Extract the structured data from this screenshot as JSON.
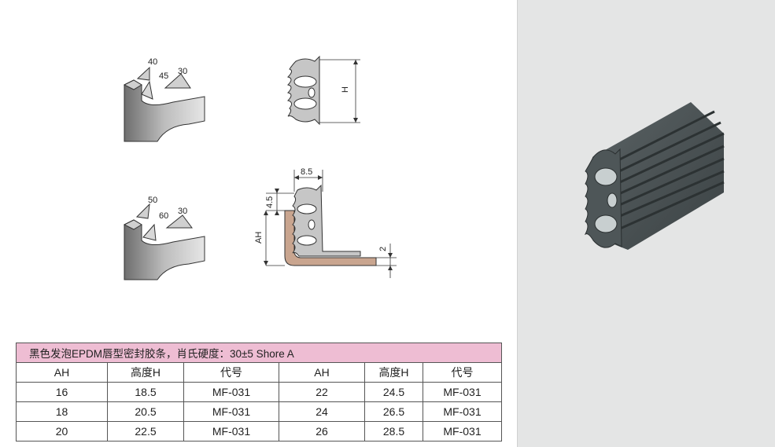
{
  "drawings": {
    "lip_top_angles": [
      "40",
      "45",
      "30"
    ],
    "lip_bottom_angles": [
      "50",
      "60",
      "30"
    ],
    "profile_dim_H": "H",
    "mount_dim_width": "8.5",
    "mount_dim_top": "4.5",
    "mount_dim_AH": "AH",
    "mount_dim_thickness": "2"
  },
  "table": {
    "title": "黑色发泡EPDM唇型密封胶条，肖氏硬度：30±5 Shore A",
    "headers": [
      "AH",
      "高度H",
      "代号",
      "AH",
      "高度H",
      "代号"
    ],
    "rows": [
      [
        "16",
        "18.5",
        "MF-031",
        "22",
        "24.5",
        "MF-031"
      ],
      [
        "18",
        "20.5",
        "MF-031",
        "24",
        "26.5",
        "MF-031"
      ],
      [
        "20",
        "22.5",
        "MF-031",
        "26",
        "28.5",
        "MF-031"
      ]
    ]
  },
  "colors": {
    "title_bg": "#eebdd3",
    "right_panel_bg": "#e4e5e5",
    "rubber": "#4a5254",
    "bracket": "#c9a58f"
  }
}
